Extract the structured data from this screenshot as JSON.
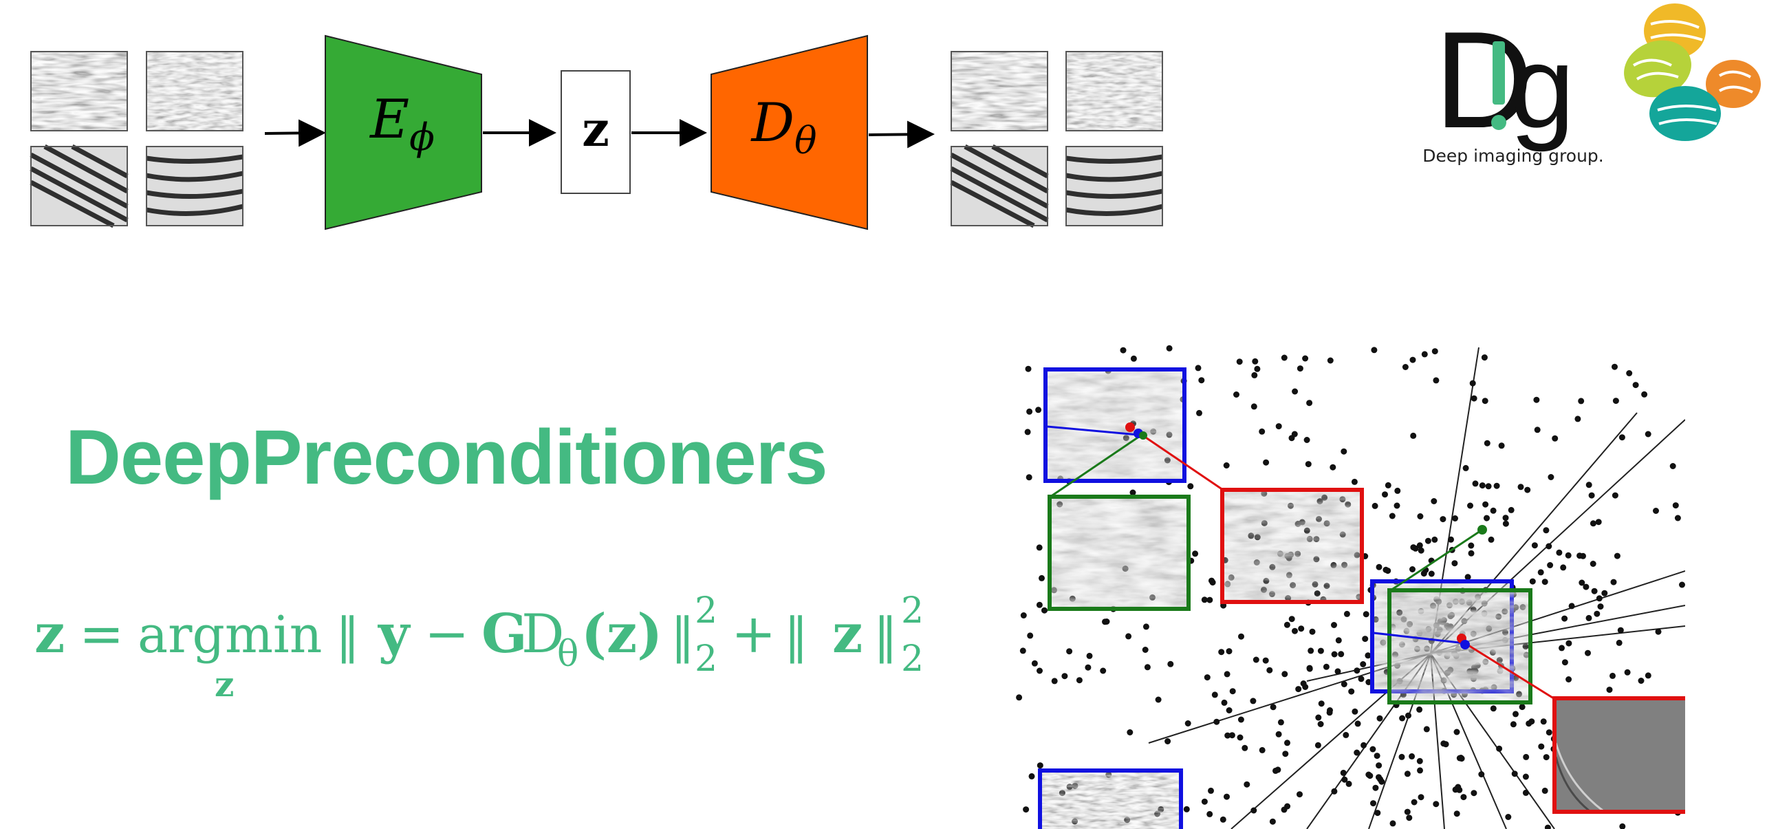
{
  "pipeline": {
    "encoder_label": "E",
    "encoder_sub": "ϕ",
    "latent_label": "z",
    "decoder_label": "D",
    "decoder_sub": "θ",
    "encoder_color": "#35aa35",
    "decoder_color": "#ff6600"
  },
  "logo": {
    "mark": "D!g",
    "caption": "Deep imaging group.",
    "accent": "#44ba82"
  },
  "title": "DeepPreconditioners",
  "equation": {
    "lhs": "z",
    "eq": "=",
    "op": "argmin",
    "op_sub": "z",
    "norm_open": "‖",
    "y": "y",
    "minus": "−",
    "G": "G",
    "D": "D",
    "theta": "θ",
    "arg": "(z)",
    "norm_close": "‖",
    "sub": "2",
    "sup": "2",
    "plus": "+",
    "z2": "z",
    "color": "#44ba82"
  },
  "scatter_panel": {
    "colors": {
      "blue": "#1010e0",
      "red": "#e01010",
      "green": "#1a7a1a"
    }
  }
}
